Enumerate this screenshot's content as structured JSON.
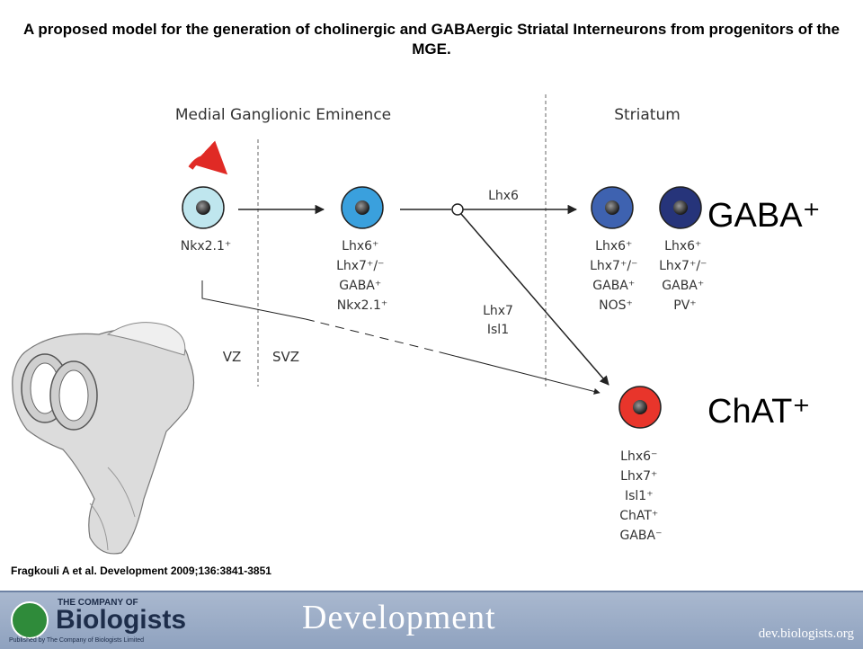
{
  "title": "A proposed model for the generation of cholinergic and GABAergic Striatal Interneurons from progenitors of the MGE.",
  "regions": {
    "mge": "Medial Ganglionic Eminence",
    "striatum": "Striatum",
    "vz": "VZ",
    "svz": "SVZ"
  },
  "nodes": {
    "progenitor": {
      "markers": [
        "Nkx2.1⁺"
      ],
      "color": "#bfe6ee"
    },
    "svz_cell": {
      "markers": [
        "Lhx6⁺",
        "Lhx7⁺/⁻",
        "GABA⁺",
        "Nkx2.1⁺"
      ],
      "color": "#3aa0dd"
    },
    "gaba_nos": {
      "markers": [
        "Lhx6⁺",
        "Lhx7⁺/⁻",
        "GABA⁺",
        "NOS⁺"
      ],
      "color": "#3e62b0"
    },
    "gaba_pv": {
      "markers": [
        "Lhx6⁺",
        "Lhx7⁺/⁻",
        "GABA⁺",
        "PV⁺"
      ],
      "color": "#26347a"
    },
    "chat": {
      "markers": [
        "Lhx6⁻",
        "Lhx7⁺",
        "Isl1⁺",
        "ChAT⁺",
        "GABA⁻"
      ],
      "color": "#e8352b"
    }
  },
  "arrows": {
    "lhx6": "Lhx6",
    "lhx7_isl1": [
      "Lhx7",
      "Isl1"
    ]
  },
  "big_labels": {
    "gaba": "GABA⁺",
    "chat": "ChAT⁺"
  },
  "citation": "Fragkouli A et al. Development 2009;136:3841-3851",
  "footer": {
    "company_of": "THE COMPANY OF",
    "biologists": "Biologists",
    "published_by": "Published by The Company of Biologists Limited",
    "journal": "Development",
    "url": "dev.biologists.org"
  }
}
